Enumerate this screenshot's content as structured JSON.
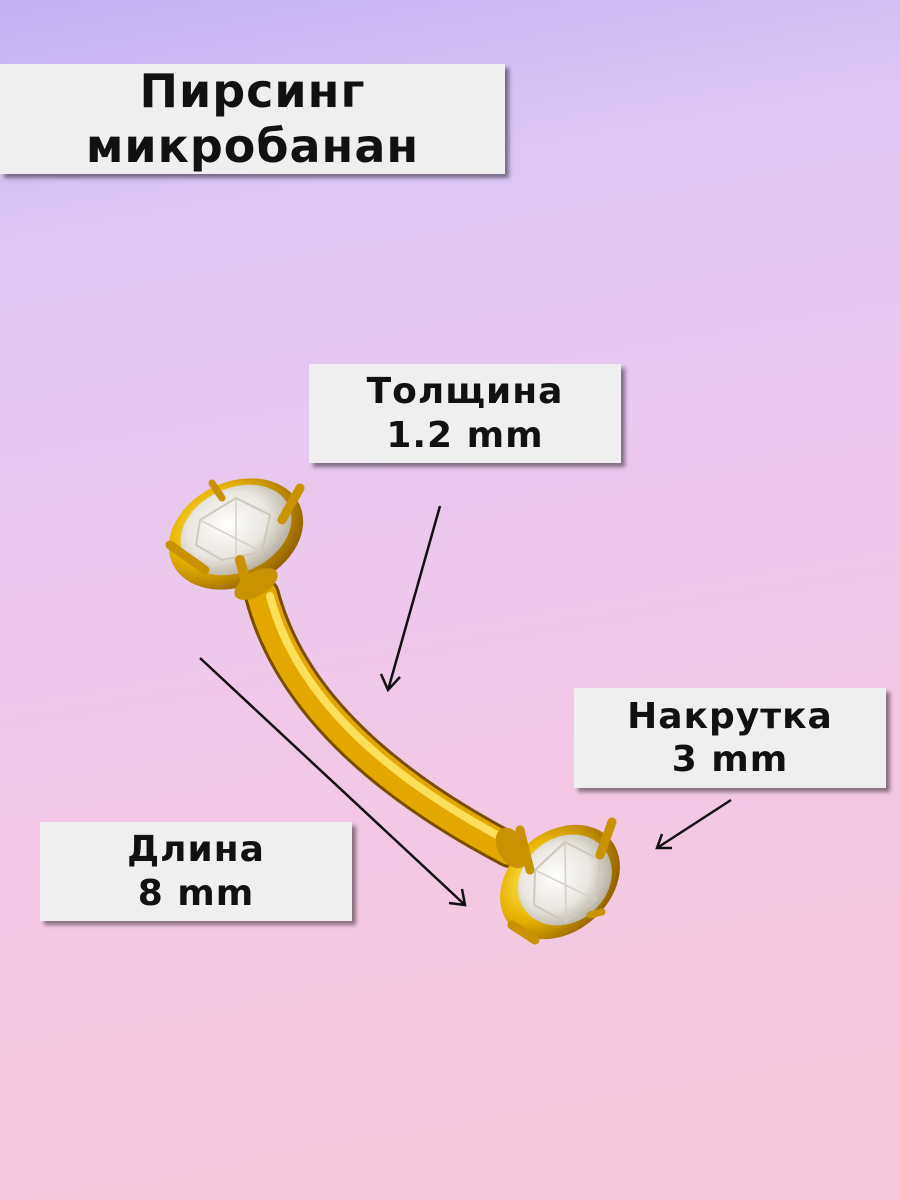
{
  "title": {
    "line1": "Пирсинг",
    "line2": "микробанан"
  },
  "labels": {
    "thickness": {
      "line1": "Толщина",
      "line2": "1.2 mm"
    },
    "thread": {
      "line1": "Накрутка",
      "line2": "3 mm"
    },
    "length": {
      "line1": "Длина",
      "line2": "8 mm"
    }
  },
  "colors": {
    "background_top": "#c3b0f3",
    "background_bottom": "#f6cadb",
    "label_background": "#efefef",
    "gold": "#e8b400",
    "arrow": "#111111"
  },
  "icons": {
    "jewelry": "gold-curved-barbell-icon",
    "gems": "clear-crystal-icon"
  }
}
